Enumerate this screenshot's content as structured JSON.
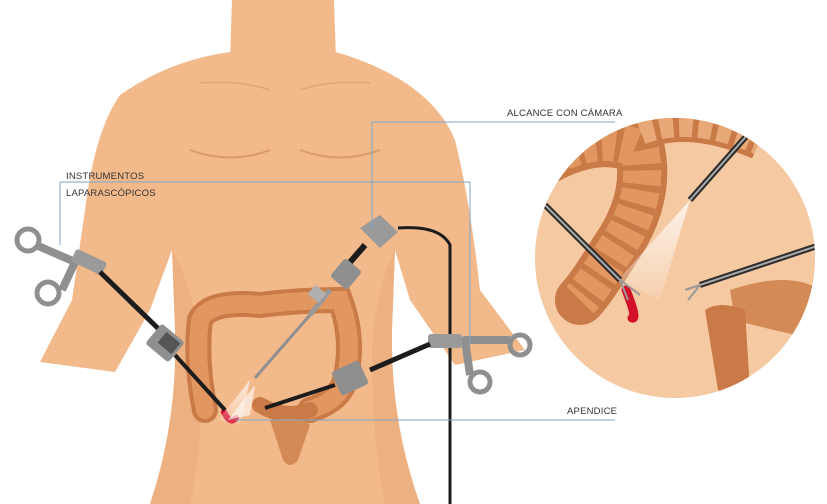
{
  "labels": {
    "instruments_line1": "INSTRUMENTOS",
    "instruments_line2": "LAPARASCÓPICOS",
    "camera_scope": "ALCANCE CON CÁMARA",
    "appendix": "APENDICE"
  },
  "colors": {
    "background": "#ffffff",
    "skin": "#f2b98b",
    "skin_shadow": "#e3a273",
    "intestine": "#d48a55",
    "intestine_dark": "#b86a3a",
    "appendix_red": "#d3102a",
    "instrument_metal": "#8f8f8f",
    "instrument_dark": "#1c1c1c",
    "callout_line": "#7fa6c8"
  },
  "icons": [
    "scissors-grip-icon",
    "camera-scope-icon",
    "magnifier-circle-icon"
  ]
}
